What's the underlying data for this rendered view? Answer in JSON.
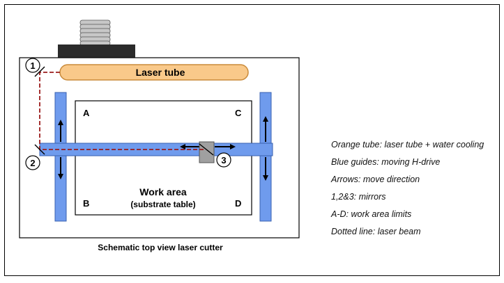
{
  "diagram": {
    "laser_tube_label": "Laser tube",
    "corners": {
      "a": "A",
      "b": "B",
      "c": "C",
      "d": "D"
    },
    "mirrors": {
      "m1": "1",
      "m2": "2",
      "m3": "3"
    },
    "work_area_line1": "Work area",
    "work_area_line2": "(substrate table)",
    "caption": "Schematic top view laser cutter"
  },
  "legend": {
    "items": [
      "Orange tube: laser tube + water cooling",
      "Blue guides: moving H-drive",
      "Arrows: move direction",
      "1,2&3: mirrors",
      "A-D: work area limits",
      "Dotted line: laser beam"
    ]
  },
  "colors": {
    "tube_fill": "#f9c98a",
    "tube_stroke": "#c98a3a",
    "guide_fill": "#6f9bed",
    "guide_stroke": "#3a62b0",
    "beam": "#9b1b1b",
    "head_fill": "#a0a0a0",
    "base_fill": "#2b2b2b"
  }
}
